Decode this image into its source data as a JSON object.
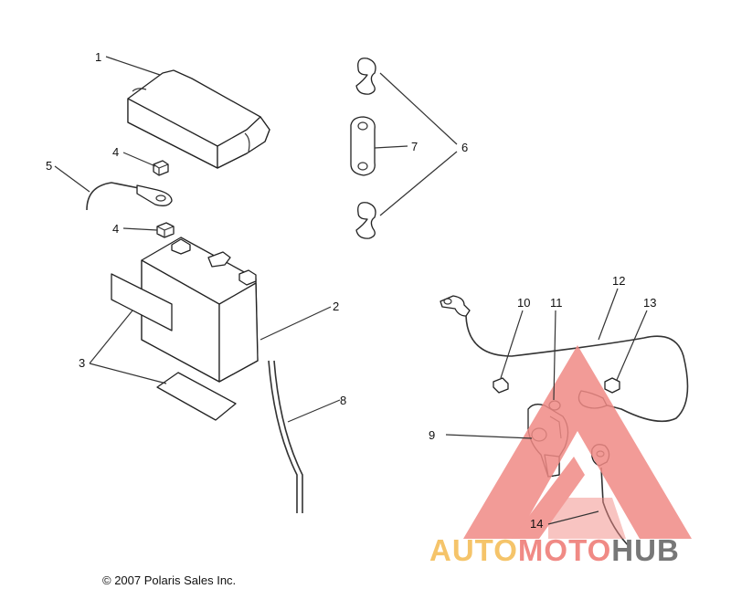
{
  "callouts": [
    "1",
    "2",
    "3",
    "4",
    "4",
    "5",
    "6",
    "7",
    "8",
    "9",
    "10",
    "11",
    "12",
    "13",
    "14"
  ],
  "copyright": "© 2007 Polaris Sales Inc.",
  "watermark": {
    "part1": "AUTO",
    "part2": "MOTO",
    "part3": "HUB",
    "colors": {
      "auto": "#f5c46a",
      "moto": "#f08a85",
      "hub": "#777777",
      "triangle": "#f08a85"
    }
  }
}
